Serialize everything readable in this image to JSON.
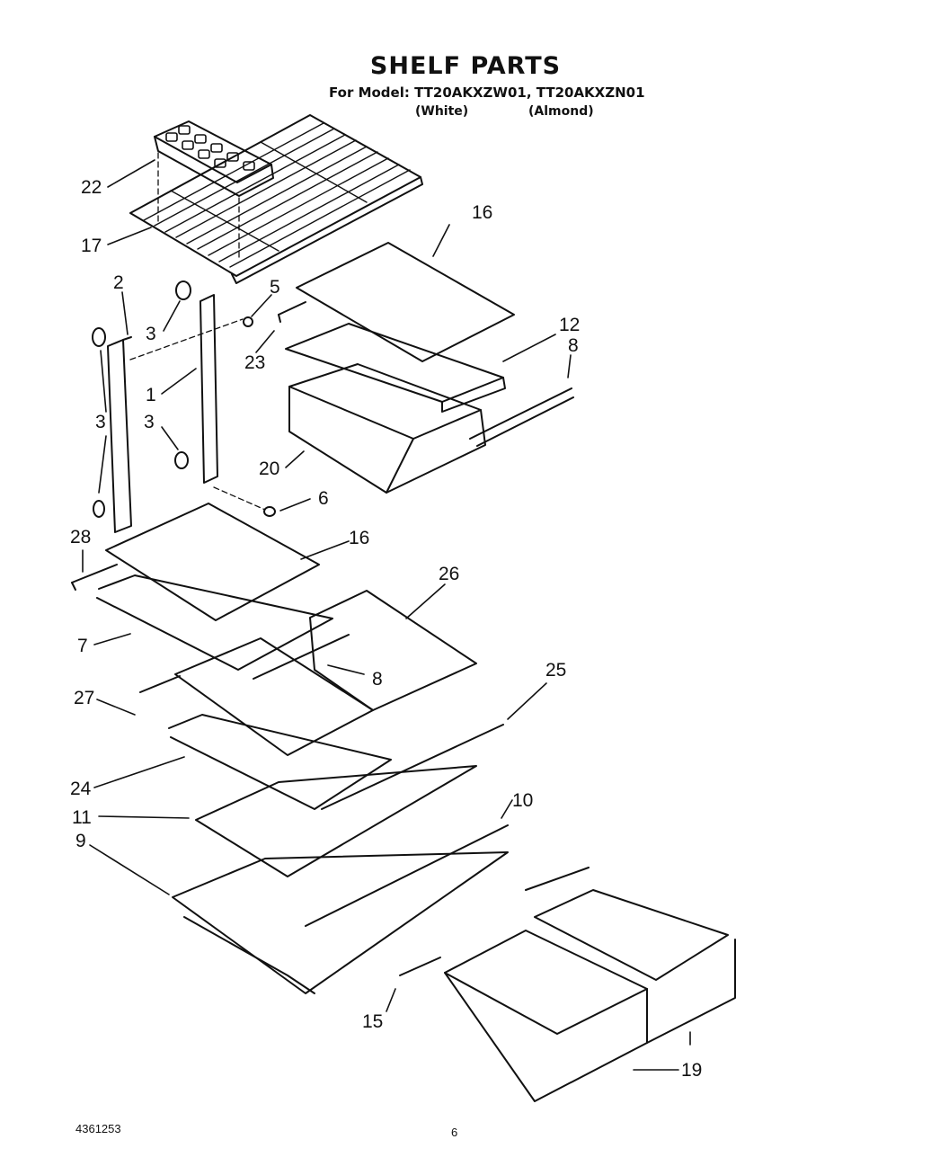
{
  "header": {
    "title": "SHELF PARTS",
    "model_line": "For Model: TT20AKXZW01, TT20AKXZN01",
    "variant_white": "(White)",
    "variant_almond": "(Almond)"
  },
  "callouts": [
    "22",
    "17",
    "16",
    "2",
    "3",
    "5",
    "23",
    "12",
    "8",
    "1",
    "3",
    "3",
    "20",
    "6",
    "28",
    "16",
    "26",
    "7",
    "8",
    "25",
    "27",
    "24",
    "10",
    "11",
    "9",
    "15",
    "19"
  ],
  "footer": {
    "doc_number": "4361253",
    "page_number": "6"
  }
}
